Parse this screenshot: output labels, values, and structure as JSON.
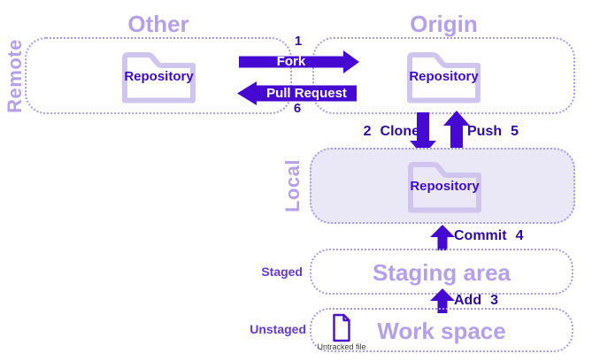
{
  "diagram_title": "Git workflow diagram",
  "colors": {
    "arrow": "#4609d2",
    "repository_text": "#3c0bd2",
    "action_text": "#2e0a9e",
    "muted_title": "#b3a0e8",
    "folder_stroke": "#cfc5ef",
    "box_border": "#a99ce2",
    "local_fill": "#eae8f7",
    "row_label": "#6438d2",
    "caption": "#3b3b3b",
    "arrow_label_text": "#ffffff"
  },
  "sections": {
    "remote_label": "Remote",
    "local_label": "Local",
    "other": {
      "title": "Other",
      "repository": "Repository"
    },
    "origin": {
      "title": "Origin",
      "repository": "Repository"
    },
    "local": {
      "repository": "Repository"
    },
    "staging": {
      "title": "Staging area",
      "row_label": "Staged"
    },
    "workspace": {
      "title": "Work space",
      "row_label": "Unstaged",
      "untracked_caption": "Untracked file"
    }
  },
  "arrows": {
    "fork": {
      "number": "1",
      "label": "Fork"
    },
    "pull_request": {
      "number": "6",
      "label": "Pull Request"
    },
    "clone": {
      "number": "2",
      "label": "Clone"
    },
    "push": {
      "number": "5",
      "label": "Push"
    },
    "commit": {
      "number": "4",
      "label": "Commit"
    },
    "add": {
      "number": "3",
      "label": "Add"
    }
  },
  "icons": {
    "folder": "folder-icon",
    "file": "untracked-file-icon"
  }
}
